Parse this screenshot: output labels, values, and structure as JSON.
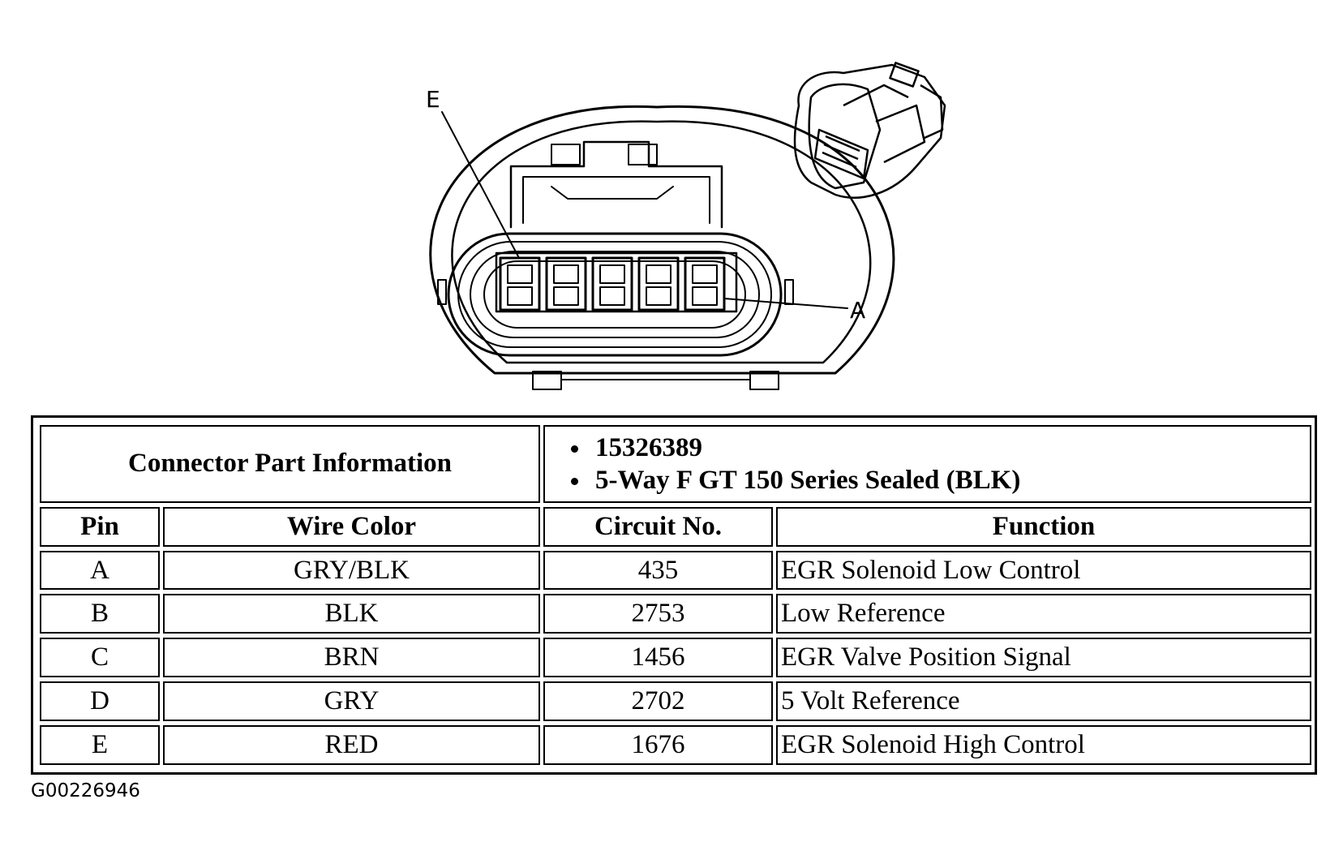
{
  "callouts": {
    "top_left": "E",
    "right": "A"
  },
  "connector_info": {
    "label": "Connector Part Information",
    "items": [
      "15326389",
      "5-Way F GT 150 Series Sealed (BLK)"
    ]
  },
  "columns": [
    "Pin",
    "Wire Color",
    "Circuit No.",
    "Function"
  ],
  "rows": [
    {
      "pin": "A",
      "wire_color": "GRY/BLK",
      "circuit": "435",
      "function": "EGR Solenoid Low Control"
    },
    {
      "pin": "B",
      "wire_color": "BLK",
      "circuit": "2753",
      "function": "Low Reference"
    },
    {
      "pin": "C",
      "wire_color": "BRN",
      "circuit": "1456",
      "function": "EGR Valve Position Signal"
    },
    {
      "pin": "D",
      "wire_color": "GRY",
      "circuit": "2702",
      "function": "5 Volt Reference"
    },
    {
      "pin": "E",
      "wire_color": "RED",
      "circuit": "1676",
      "function": "EGR Solenoid High Control"
    }
  ],
  "figure_id": "G00226946"
}
